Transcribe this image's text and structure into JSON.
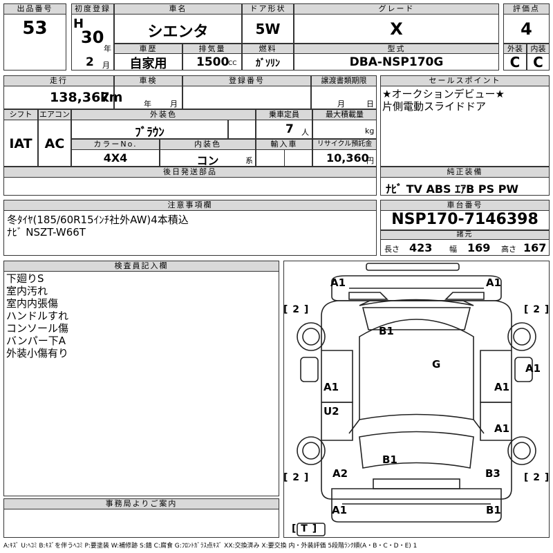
{
  "top": {
    "lot_label": "出品番号",
    "lot_value": "53",
    "first_reg_label": "初度登録",
    "era_letter": "H",
    "year_value": "30",
    "year_unit": "年",
    "month_value": "2",
    "month_unit": "月",
    "car_name_label": "車名",
    "car_name_value": "シエンタ",
    "door_label": "ドア形状",
    "door_value": "5W",
    "grade_label": "グレード",
    "grade_value": "X",
    "score_label": "評価点",
    "score_value": "4",
    "history_label": "車歴",
    "history_value": "自家用",
    "displacement_label": "排気量",
    "displacement_value": "1500",
    "displacement_unit": "CC",
    "fuel_label": "燃料",
    "fuel_value": "ｶﾞｿﾘﾝ",
    "model_label": "型式",
    "model_value": "DBA-NSP170G",
    "exterior_label": "外装",
    "exterior_value": "C",
    "interior_label": "内装",
    "interior_value": "C"
  },
  "second": {
    "mileage_label": "走行",
    "mileage_value": "138,367",
    "mileage_unit": "km",
    "inspection_label": "車検",
    "inspection_year_unit": "年",
    "inspection_month_unit": "月",
    "regno_label": "登録番号",
    "transfer_label": "譲渡書類期限",
    "transfer_month_unit": "月",
    "transfer_day_unit": "日",
    "shift_label": "シフト",
    "shift_value": "IAT",
    "ac_label": "エアコン",
    "ac_value": "AC",
    "color_label": "外装色",
    "color_value": "ﾌﾞﾗｳﾝ",
    "capacity_label": "乗車定員",
    "capacity_value": "7",
    "capacity_unit": "人",
    "load_label": "最大積載量",
    "load_unit": "kg",
    "color_no_label": "カラーNo.",
    "color_no_value": "4X4",
    "interior_color_label": "内装色",
    "interior_color_value": "コン",
    "interior_color_unit": "系",
    "import_label": "輸入車",
    "recycle_label": "リサイクル預託金",
    "recycle_value": "10,360",
    "recycle_unit": "円",
    "later_parts_label": "後日発送部品"
  },
  "sales": {
    "label": "セールスポイント",
    "lines": [
      "★オークションデビュー★",
      "片側電動スライドドア"
    ]
  },
  "genuine": {
    "label": "純正装備",
    "value": "ﾅﾋﾞ TV ABS ｴｱB PS PW"
  },
  "notes": {
    "label": "注意事項欄",
    "lines": [
      "冬ﾀｲﾔ(185/60R15ｲﾝﾁ社外AW)4本積込",
      "ﾅﾋﾞ NSZT-W66T"
    ]
  },
  "chassis": {
    "label": "車台番号",
    "value": "NSP170-7146398",
    "specs_label": "諸元",
    "length_label": "長さ",
    "length_value": "423",
    "width_label": "幅",
    "width_value": "169",
    "height_label": "高さ",
    "height_value": "167"
  },
  "inspector": {
    "label": "検査員記入欄",
    "lines": [
      "下廻りS",
      "室内汚れ",
      "室内内張傷",
      "ハンドルすれ",
      "コンソール傷",
      "バンパー下A",
      "外装小傷有り"
    ]
  },
  "office": {
    "label": "事務局よりご案内"
  },
  "diagram": {
    "marks": {
      "front_left": "A1",
      "front_right": "A1",
      "tire_fl": "[ 2 ]",
      "tire_fr": "[ 2 ]",
      "roof": "B1",
      "glass": "G",
      "side_right_top": "A1",
      "door_l1": "A1",
      "door_r1": "A1",
      "door_l2": "U2",
      "door_r2": "A1",
      "rear_panel": "B1",
      "tire_rl": "[ 2 ]",
      "tire_rr": "[ 2 ]",
      "rear_l": "A2",
      "rear_r": "B3",
      "bumper_l": "A1",
      "bumper_r": "B1",
      "spare": "[ T ]"
    }
  },
  "legend": "A:ｷｽﾞ U:ﾍｺﾐ B:ｷｽﾞを伴うﾍｺﾐ P:要塗装 W:補修跡 S:錆 C:腐食 G:ﾌﾛﾝﾄｶﾞﾗｽ点ｷｽﾞ XX:交換済み X:要交換 内・外装評価 5段階ﾗﾝｸ順(A・B・C・D・E) 1"
}
